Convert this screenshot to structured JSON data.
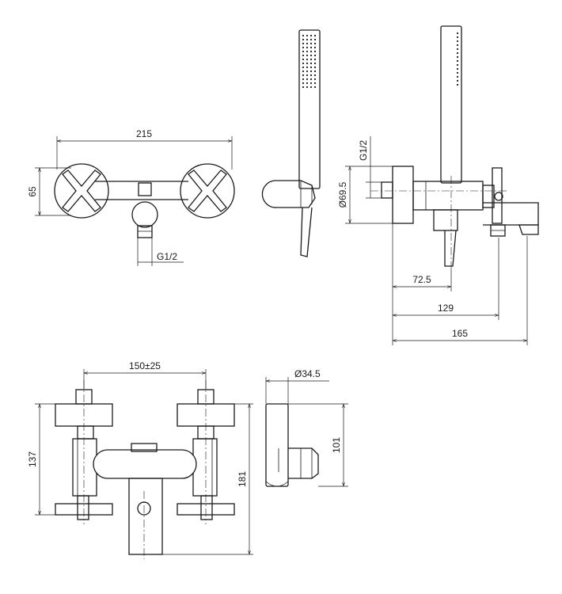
{
  "dimensions": {
    "width_215": "215",
    "height_65": "65",
    "g12_front": "G1/2",
    "g12_side": "G1/2",
    "dia_695": "Ø69.5",
    "d725": "72.5",
    "d129": "129",
    "d165": "165",
    "d150": "150±25",
    "d137": "137",
    "d181": "181",
    "dia_345": "Ø34.5",
    "d101": "101"
  }
}
